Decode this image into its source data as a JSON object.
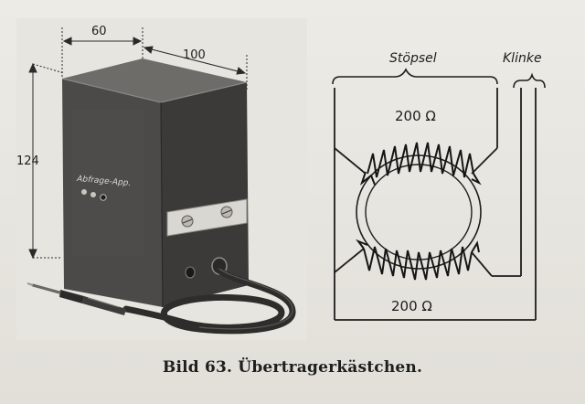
{
  "figure": {
    "caption": "Bild 63. Übertragerkästchen.",
    "photo": {
      "dimensions": {
        "width": "60",
        "depth": "100",
        "height": "124"
      },
      "front_label": "Abfrage-App."
    },
    "schematic": {
      "labels": {
        "left": "Stöpsel",
        "right": "Klinke"
      },
      "resistances": {
        "top": "200 Ω",
        "bottom": "200 Ω"
      }
    }
  }
}
